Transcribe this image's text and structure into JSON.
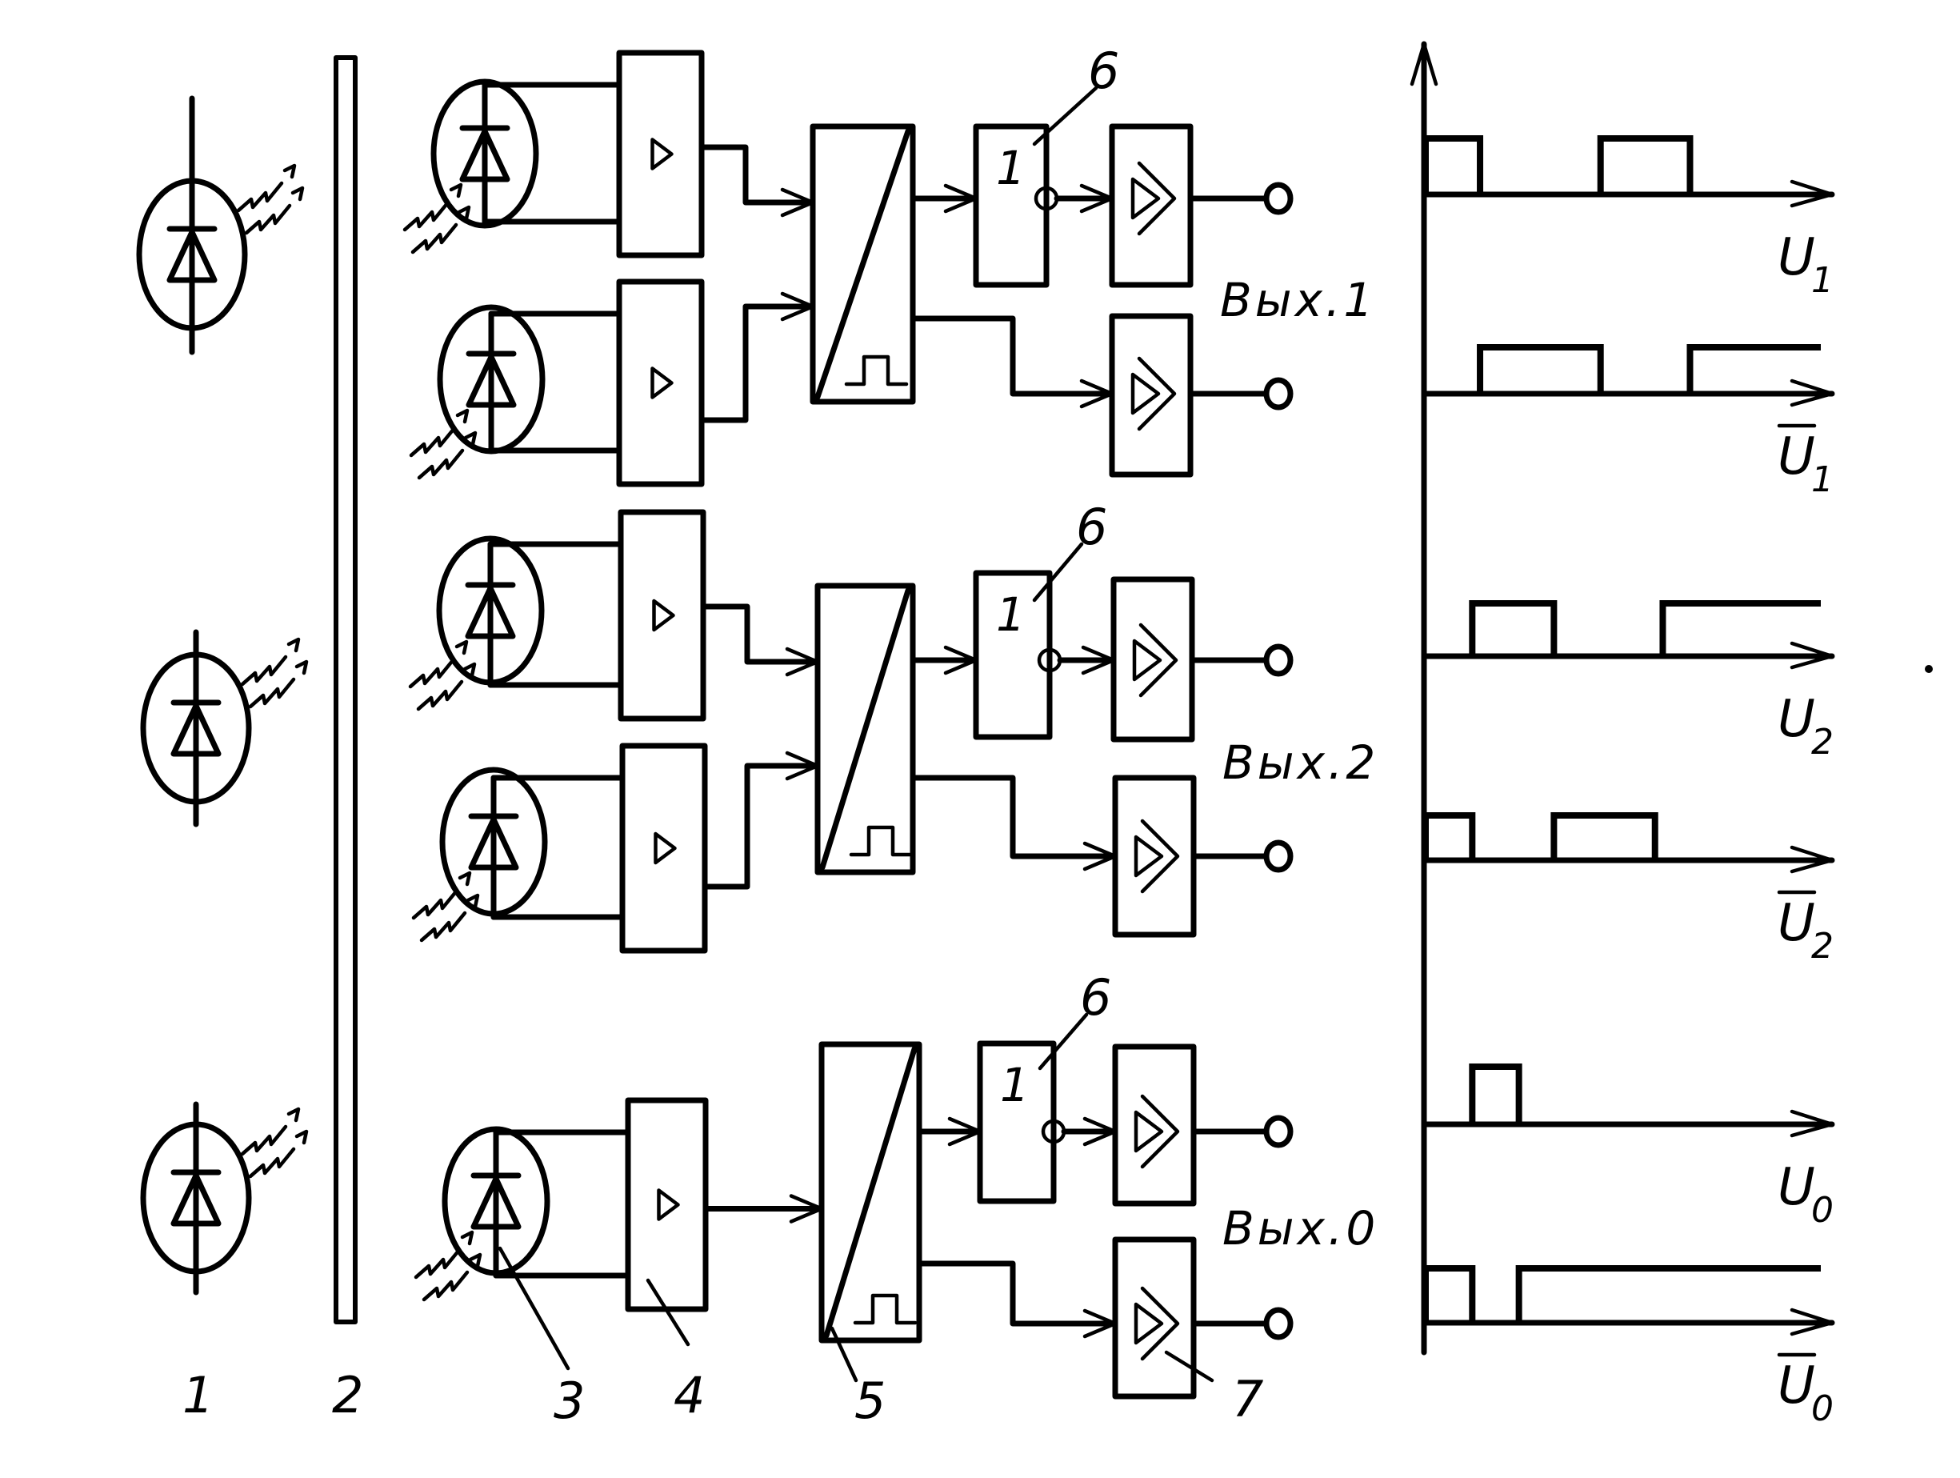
{
  "figure": {
    "callouts": {
      "emitter": "1",
      "scale": "2",
      "photodiode": "3",
      "amplifier": "4",
      "comparator": "5",
      "inverter": "6",
      "driver": "7"
    },
    "inverter_symbol": "1",
    "outputs": [
      {
        "id": "out1",
        "label": "Вых.1"
      },
      {
        "id": "out2",
        "label": "Вых.2"
      },
      {
        "id": "out0",
        "label": "Вых.0"
      }
    ],
    "colors": {
      "ink": "#000000",
      "paper": "#ffffff"
    }
  },
  "waveforms": {
    "time_range": [
      0,
      10
    ],
    "signals": [
      {
        "name": "U",
        "sub": "1",
        "inverted": false,
        "high": [
          [
            0,
            1.4
          ],
          [
            4.5,
            6.8
          ]
        ],
        "tail_high": false
      },
      {
        "name": "U",
        "sub": "1",
        "inverted": true,
        "high": [
          [
            1.4,
            4.5
          ],
          [
            6.8,
            10
          ]
        ],
        "tail_high": true
      },
      {
        "name": "U",
        "sub": "2",
        "inverted": false,
        "high": [
          [
            1.2,
            3.3
          ],
          [
            6.1,
            10
          ]
        ],
        "tail_high": true
      },
      {
        "name": "U",
        "sub": "2",
        "inverted": true,
        "high": [
          [
            0,
            1.2
          ],
          [
            3.3,
            5.9
          ]
        ],
        "tail_high": false
      },
      {
        "name": "U",
        "sub": "0",
        "inverted": false,
        "high": [
          [
            1.2,
            2.4
          ]
        ],
        "tail_high": false
      },
      {
        "name": "U",
        "sub": "0",
        "inverted": true,
        "high": [
          [
            0,
            1.2
          ],
          [
            2.4,
            10
          ]
        ],
        "tail_high": true
      }
    ]
  }
}
